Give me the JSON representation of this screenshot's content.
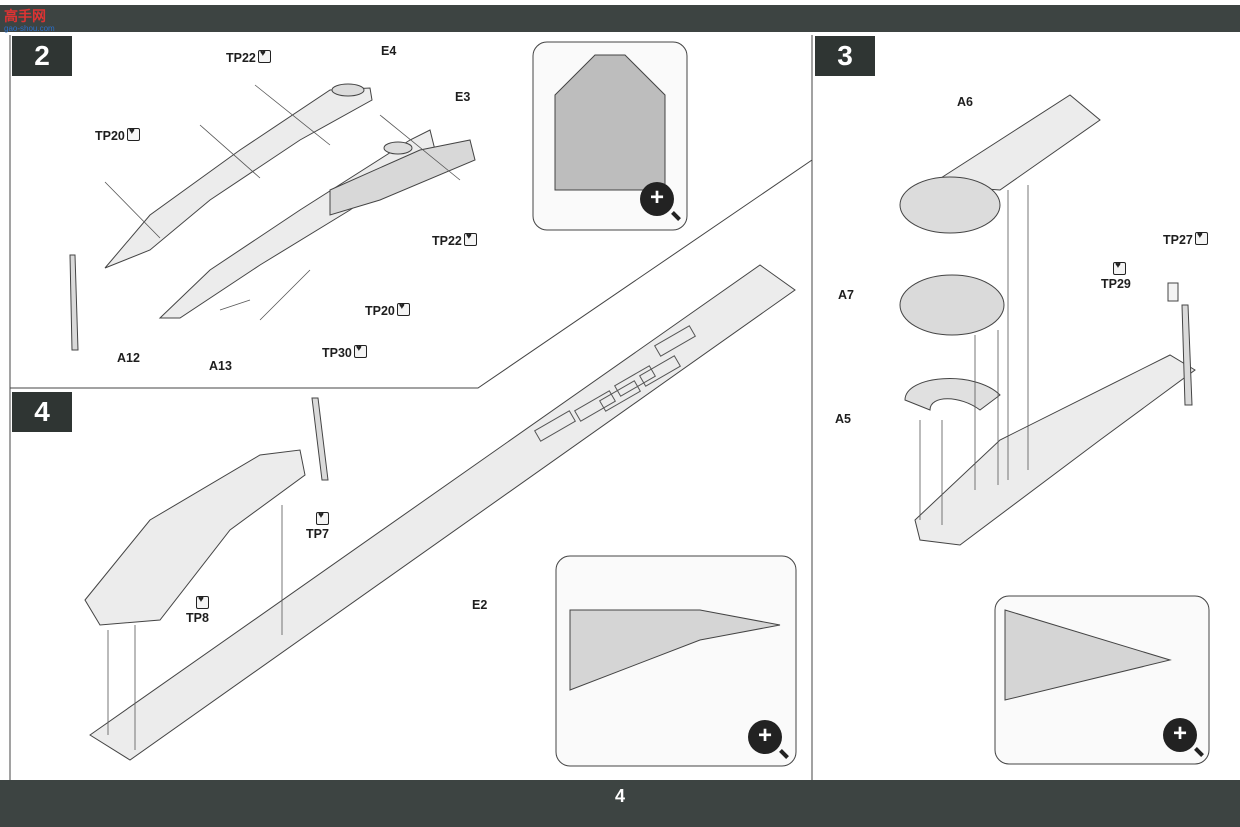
{
  "header": {
    "logo_text": "高手网",
    "logo_url": "gao-shou.com"
  },
  "page_number": "4",
  "steps": {
    "s2": {
      "number": "2"
    },
    "s3": {
      "number": "3"
    },
    "s4": {
      "number": "4"
    }
  },
  "labels": {
    "tp22_top": "TP22",
    "e4": "E4",
    "e3": "E3",
    "tp20_left": "TP20",
    "tp22_right": "TP22",
    "tp20_right": "TP20",
    "a12": "A12",
    "a13": "A13",
    "tp30": "TP30",
    "a6": "A6",
    "tp27": "TP27",
    "tp29": "TP29",
    "a7": "A7",
    "a5": "A5",
    "tp7": "TP7",
    "tp8": "TP8",
    "e2": "E2"
  },
  "zoom_symbol": "+"
}
